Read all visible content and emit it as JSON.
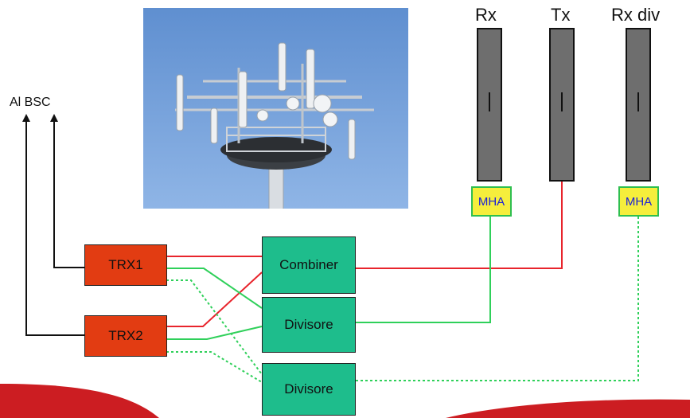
{
  "bsc": {
    "label": "Al BSC"
  },
  "antennas": [
    {
      "label": "Rx"
    },
    {
      "label": "Tx"
    },
    {
      "label": "Rx div"
    }
  ],
  "mha": {
    "left": "MHA",
    "right": "MHA"
  },
  "trx": {
    "trx1": "TRX1",
    "trx2": "TRX2"
  },
  "blocks": {
    "combiner": "Combiner",
    "divisore1": "Divisore",
    "divisore2": "Divisore"
  },
  "photo": {
    "subject": "cell-tower-photo"
  },
  "colors": {
    "trx": "#e23c12",
    "block": "#1ebd8c",
    "mha_fill": "#f5ee3c",
    "mha_border": "#2fbf4f",
    "mha_text": "#1a20d8",
    "tx_line": "#e8242c",
    "rx_line": "#2fd05a",
    "antenna": "#6e6e6e",
    "banner": "#cc1d22"
  }
}
